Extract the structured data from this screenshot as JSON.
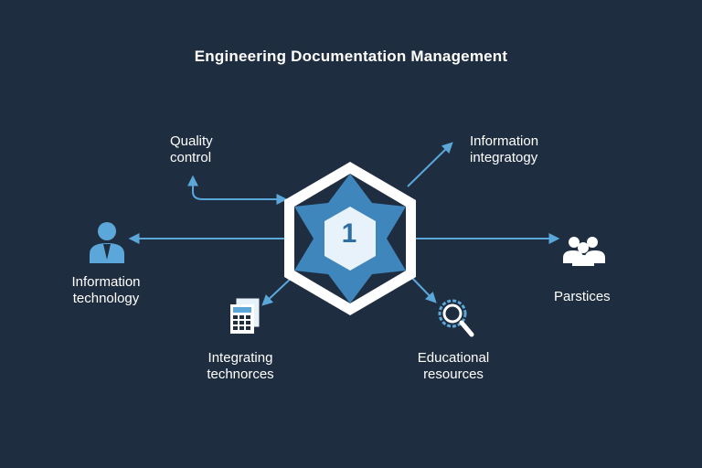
{
  "title": "Engineering Documentation Management",
  "hub": {
    "number": "1"
  },
  "nodes": {
    "quality_control": {
      "line1": "Quality",
      "line2": "control"
    },
    "information_integratogy": {
      "line1": "Information",
      "line2": "integratogy"
    },
    "information_technology": {
      "line1": "Information",
      "line2": "technology"
    },
    "parstices": {
      "line1": "Parstices"
    },
    "integrating_technorces": {
      "line1": "Integrating",
      "line2": "technorces"
    },
    "educational_resources": {
      "line1": "Educational",
      "line2": "resources"
    }
  },
  "colors": {
    "background": "#1f2d40",
    "accent": "#5ba7d9",
    "hub_dark": "#2f6fa3",
    "hub_light": "#e8f2fb",
    "text": "#ffffff"
  }
}
